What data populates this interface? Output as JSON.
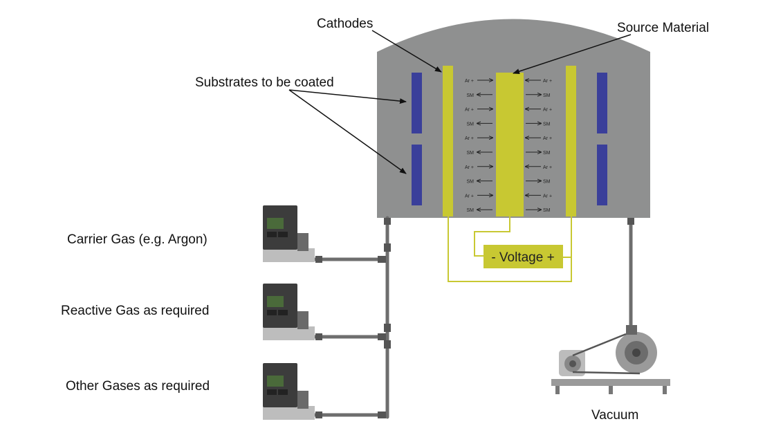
{
  "labels": {
    "cathodes": "Cathodes",
    "source_material": "Source Material",
    "substrates": "Substrates to be coated",
    "carrier_gas": "Carrier Gas (e.g. Argon)",
    "reactive_gas": "Reactive Gas as required",
    "other_gases": "Other Gases as required",
    "vacuum": "Vacuum",
    "voltage": "- Voltage +"
  },
  "flow_rows": [
    {
      "left": "Ar +",
      "left_dir": "right",
      "right": "Ar +",
      "right_dir": "left"
    },
    {
      "left": "SM",
      "left_dir": "left",
      "right": "SM",
      "right_dir": "right"
    },
    {
      "left": "Ar +",
      "left_dir": "right",
      "right": "Ar +",
      "right_dir": "left"
    },
    {
      "left": "SM",
      "left_dir": "left",
      "right": "SM",
      "right_dir": "right"
    },
    {
      "left": "Ar +",
      "left_dir": "right",
      "right": "Ar +",
      "right_dir": "left"
    },
    {
      "left": "SM",
      "left_dir": "left",
      "right": "SM",
      "right_dir": "right"
    },
    {
      "left": "Ar +",
      "left_dir": "right",
      "right": "Ar +",
      "right_dir": "left"
    },
    {
      "left": "SM",
      "left_dir": "left",
      "right": "SM",
      "right_dir": "right"
    },
    {
      "left": "Ar +",
      "left_dir": "right",
      "right": "Ar +",
      "right_dir": "left"
    },
    {
      "left": "SM",
      "left_dir": "left",
      "right": "SM",
      "right_dir": "right"
    }
  ],
  "colors": {
    "chamber": "#8f9090",
    "cathode": "#c8c832",
    "substrate": "#3a3f9a",
    "wire": "#c8c832",
    "pipe": "#6e6e6e",
    "controller_body": "#3c3c3c",
    "controller_screen": "#4a6a3a"
  }
}
